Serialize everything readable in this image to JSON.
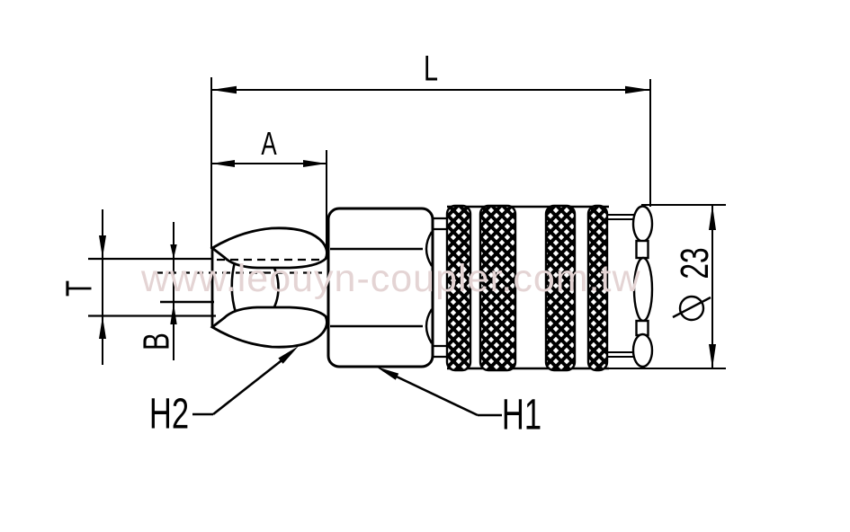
{
  "watermark": {
    "text": "www.leouyn-coupler.com.tw",
    "color": "#e4d4d4"
  },
  "dimensions": {
    "overall_length": {
      "label": "L"
    },
    "wing_section_length": {
      "label": "A"
    },
    "tail_od": {
      "label": "T"
    },
    "tail_bore": {
      "label": "B"
    },
    "socket_hex": {
      "label": "H1"
    },
    "wing_nut": {
      "label": "H2"
    },
    "sleeve_diameter": {
      "symbol": "φ",
      "value": "23"
    }
  },
  "colors": {
    "line": "#000000",
    "background": "#ffffff",
    "watermark": "#e4d4d4"
  }
}
